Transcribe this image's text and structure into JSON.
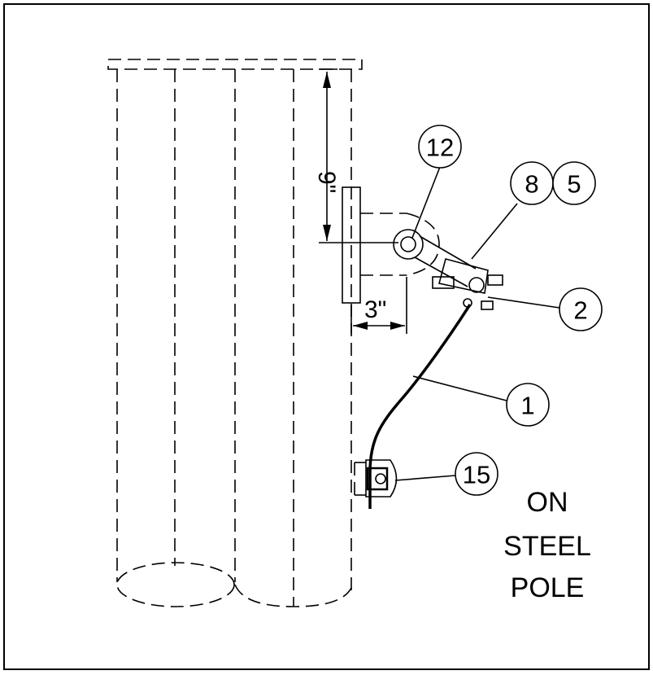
{
  "dimensions": {
    "vertical": "9\"",
    "horizontal": "3\""
  },
  "balloons": [
    {
      "id": "12",
      "label": "12"
    },
    {
      "id": "8",
      "label": "8"
    },
    {
      "id": "5",
      "label": "5"
    },
    {
      "id": "2",
      "label": "2"
    },
    {
      "id": "1",
      "label": "1"
    },
    {
      "id": "15",
      "label": "15"
    }
  ],
  "note": {
    "line1": "ON",
    "line2": "STEEL",
    "line3": "POLE"
  }
}
